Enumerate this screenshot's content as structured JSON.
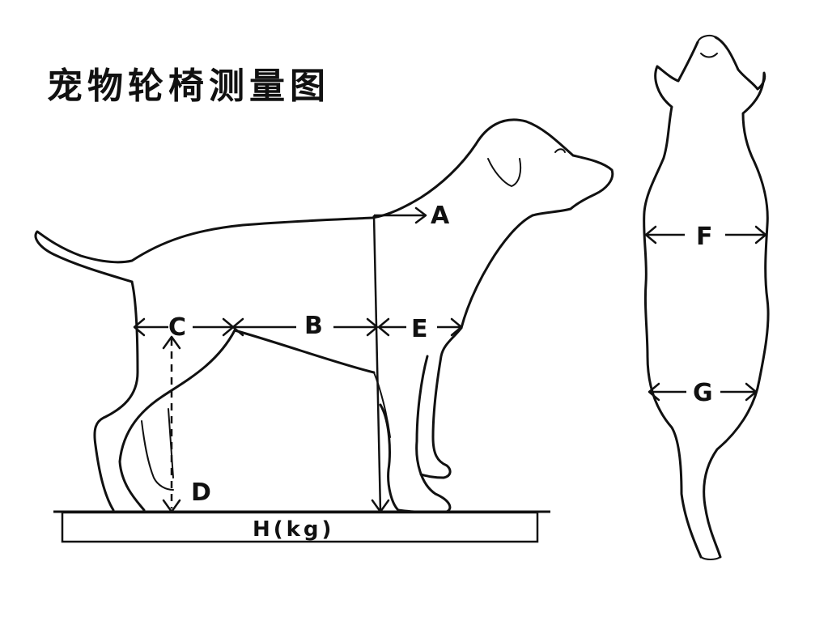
{
  "title": "宠物轮椅测量图",
  "labels": {
    "a": "A",
    "b": "B",
    "c": "C",
    "d": "D",
    "e": "E",
    "f": "F",
    "g": "G",
    "h": "H(kg)"
  }
}
